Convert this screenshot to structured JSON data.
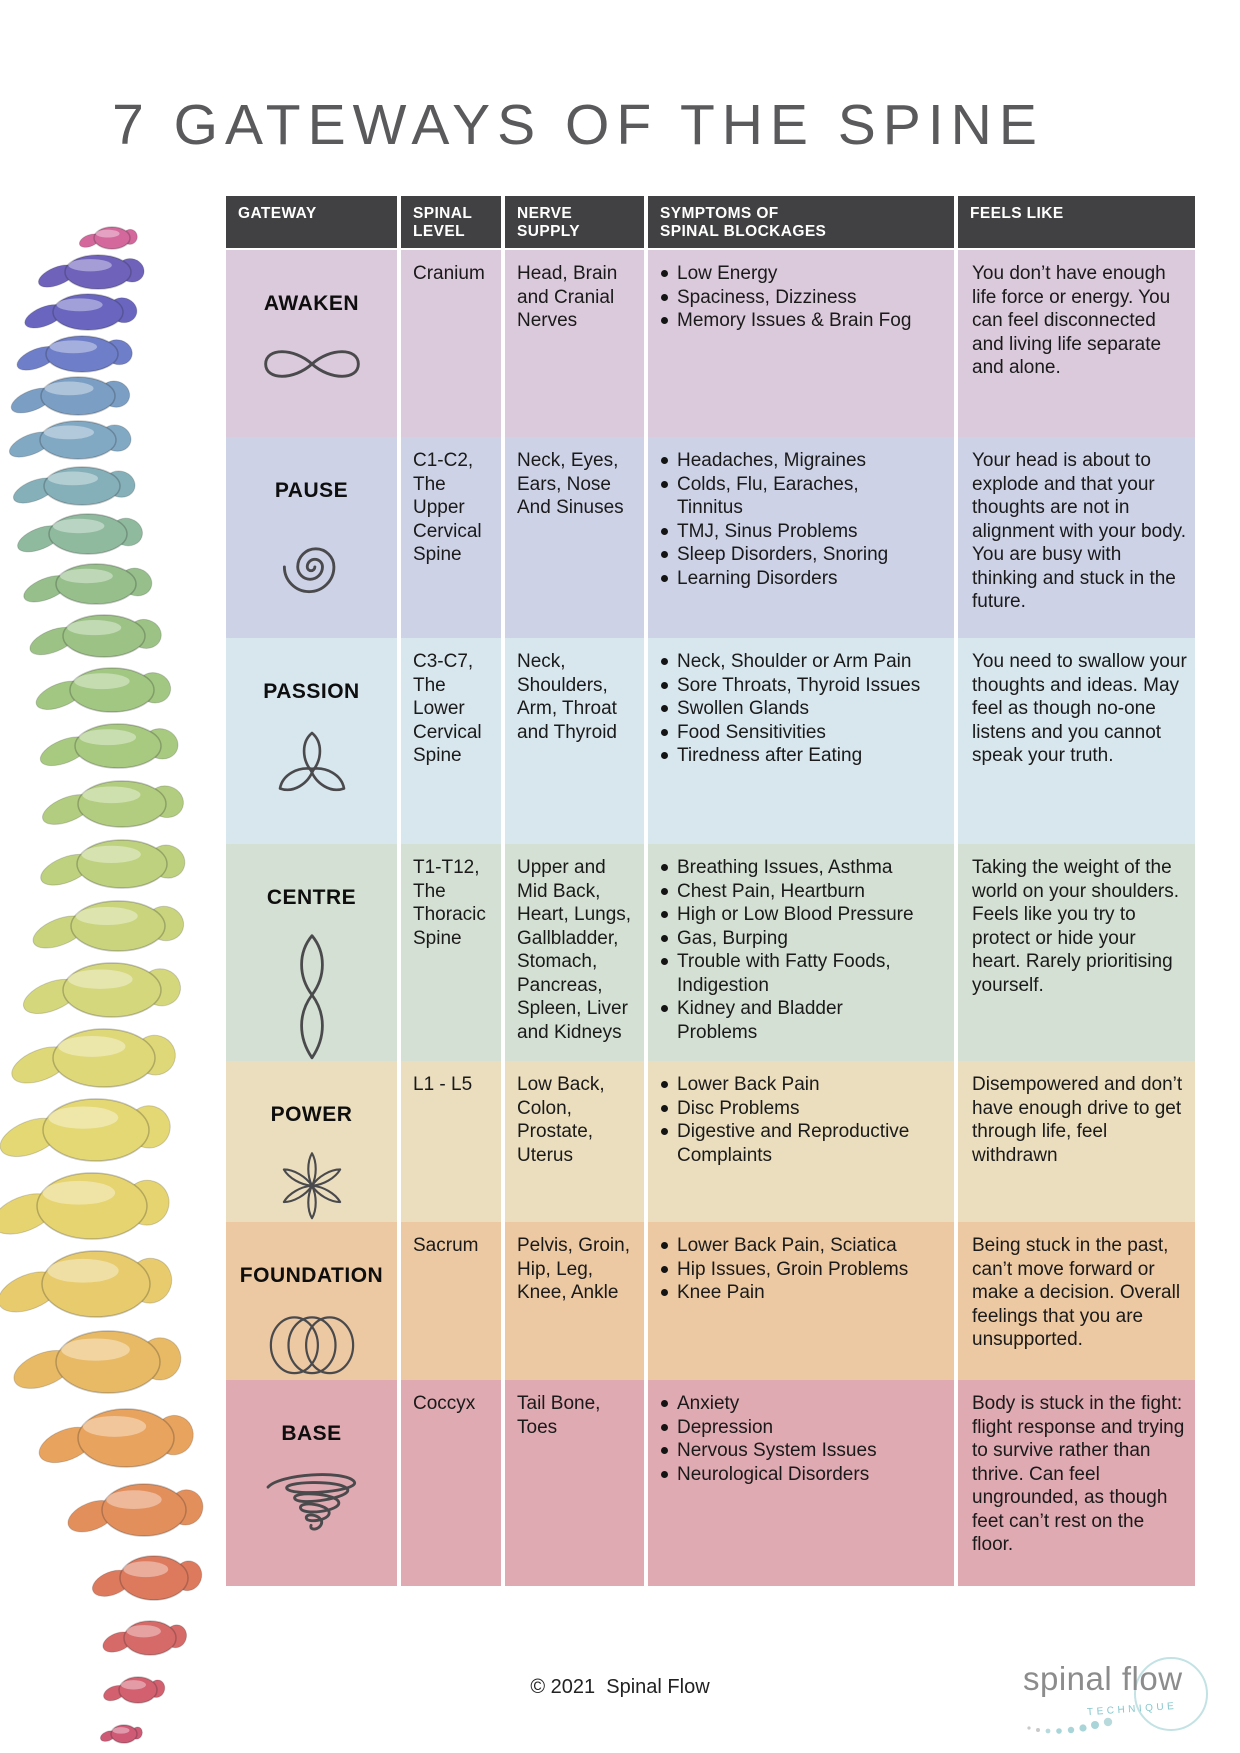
{
  "title": "7 GATEWAYS OF THE SPINE",
  "colors": {
    "header_bg": "#414042",
    "title_gray": "#5a5a5c",
    "symbol_stroke": "#4a4a4d",
    "logo_teal": "#a9d4d8",
    "logo_gray": "#8c8c8c"
  },
  "table": {
    "headers": [
      "GATEWAY",
      "SPINAL\nLEVEL",
      "NERVE\nSUPPLY",
      "SYMPTOMS OF\nSPINAL BLOCKAGES",
      "FEELS LIKE"
    ],
    "rows": [
      {
        "gateway": "AWAKEN",
        "symbol": "infinity-icon",
        "bg": "#dbcadb",
        "spinal_level": "Cranium",
        "nerve_supply": "Head, Brain and Cranial Nerves",
        "symptoms": [
          "Low Energy",
          "Spaciness, Dizziness",
          "Memory Issues & Brain Fog"
        ],
        "feels_like": "You don’t have enough life force or energy. You can feel disconnected and living life separate and alone."
      },
      {
        "gateway": "PAUSE",
        "symbol": "spiral-icon",
        "bg": "#cdd2e6",
        "spinal_level": "C1-C2, The Upper Cervical Spine",
        "nerve_supply": "Neck, Eyes, Ears, Nose And Sinuses",
        "symptoms": [
          "Headaches, Migraines",
          "Colds, Flu, Earaches,\nTinnitus",
          "TMJ, Sinus Problems",
          "Sleep Disorders, Snoring",
          "Learning Disorders"
        ],
        "feels_like": "Your head is about to explode and that your thoughts are not in alignment with your body. You are busy with thinking and stuck in the future."
      },
      {
        "gateway": "PASSION",
        "symbol": "triquetra-icon",
        "bg": "#d8e6ed",
        "spinal_level": "C3-C7, The Lower Cervical Spine",
        "nerve_supply": "Neck, Shoulders, Arm, Throat and Thyroid",
        "symptoms": [
          "Neck, Shoulder or Arm Pain",
          "Sore Throats, Thyroid Issues",
          "Swollen Glands",
          "Food Sensitivities",
          "Tiredness after Eating"
        ],
        "feels_like": "You need to swallow your thoughts and ideas. May feel as though no-one listens and you cannot speak your truth."
      },
      {
        "gateway": "CENTRE",
        "symbol": "figure-eight-icon",
        "bg": "#d4e0d3",
        "spinal_level": "T1-T12, The Thoracic Spine",
        "nerve_supply": "Upper and Mid Back, Heart, Lungs, Gallbladder, Stomach, Pancreas, Spleen, Liver and Kidneys",
        "symptoms": [
          "Breathing Issues, Asthma",
          "Chest Pain, Heartburn",
          "High or Low Blood Pressure",
          "Gas, Burping",
          "Trouble with Fatty Foods,\nIndigestion",
          "Kidney and Bladder\nProblems"
        ],
        "feels_like": "Taking the weight of the world on your shoulders. Feels like you try to protect or hide your heart. Rarely prioritising yourself."
      },
      {
        "gateway": "POWER",
        "symbol": "flower-icon",
        "bg": "#ebdebe",
        "spinal_level": "L1 - L5",
        "nerve_supply": "Low Back, Colon, Prostate, Uterus",
        "symptoms": [
          "Lower Back Pain",
          "Disc Problems",
          "Digestive and Reproductive\nComplaints"
        ],
        "feels_like": "Disempowered and don’t have enough drive to get through life, feel withdrawn"
      },
      {
        "gateway": "FOUNDATION",
        "symbol": "triple-rings-icon",
        "bg": "#ecc9a3",
        "spinal_level": "Sacrum",
        "nerve_supply": "Pelvis, Groin, Hip, Leg, Knee, Ankle",
        "symptoms": [
          "Lower Back Pain, Sciatica",
          "Hip Issues, Groin Problems",
          "Knee Pain"
        ],
        "feels_like": "Being stuck in the past, can’t move forward or make a decision. Overall feelings that you are unsupported."
      },
      {
        "gateway": "BASE",
        "symbol": "tornado-icon",
        "bg": "#dfaab1",
        "spinal_level": "Coccyx",
        "nerve_supply": "Tail Bone, Toes",
        "symptoms": [
          "Anxiety",
          "Depression",
          "Nervous System Issues",
          "Neurological Disorders"
        ],
        "feels_like": "Body is stuck in the fight: flight response and trying to survive rather than thrive. Can feel ungrounded, as though feet can’t rest on the floor."
      }
    ]
  },
  "footer": {
    "copyright": "© 2021  Spinal Flow"
  },
  "logo": {
    "name": "spinal flow",
    "tagline": "TECHNIQUE"
  }
}
